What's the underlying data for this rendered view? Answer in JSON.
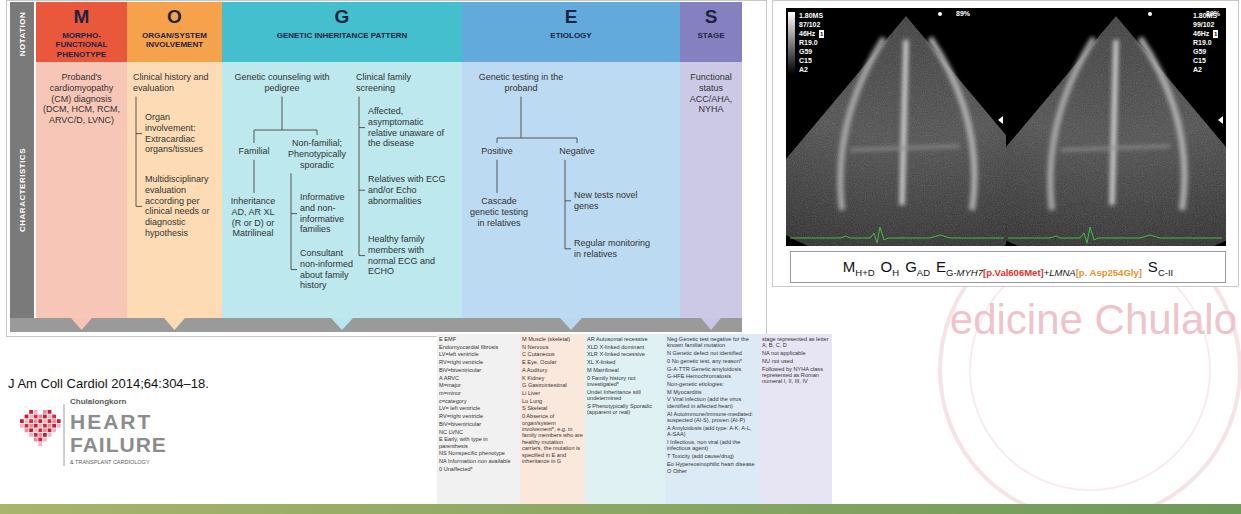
{
  "diagram": {
    "nodes": [
      {
        "text": [
          "NOTATION",
          "CHARACTERISTICS"
        ]
      },
      {
        "text": [
          "M",
          "MORPHO-FUNCTIONAL PHENOTYPE"
        ]
      },
      {
        "text": [
          "O",
          "ORGAN/SYSTEM INVOLVEMENT"
        ]
      },
      {
        "text": [
          "G",
          "GENETIC INHERITANCE PATTERN"
        ]
      },
      {
        "text": [
          "E",
          "ETIOLOGY"
        ]
      },
      {
        "text": [
          "S",
          "STAGE"
        ]
      },
      {
        "text": [
          "Proband's cardiomyopathy (CM) diagnosis (DCM, HCM, RCM, ARVC/D, LVNC)"
        ]
      },
      {
        "text": [
          "Clinical history and evaluation",
          "Organ involvement: Extracardiac organs/tissues",
          "Multidisciplinary evaluation according per clinical needs or diagnostic hypothesis"
        ]
      },
      {
        "text": [
          "Genetic counseling with pedigree",
          "Familial",
          "Non-familial; Phenotypically sporadic",
          "Inheritance AD, AR XL (R or D) or Matrilineal",
          "Informative and non-informative families",
          "Consultant non-informed about family history",
          "Clinical family screening",
          "Affected, asymptomatic relative unaware of the disease",
          "Relatives with ECG and/or Echo abnormalities",
          "Healthy family members with normal ECG and ECHO"
        ]
      },
      {
        "text": [
          "Genetic testing in the proband",
          "Positive",
          "Negative",
          "Cascade genetic testing in relatives",
          "New tests novel genes",
          "Regular monitoring in relatives"
        ]
      },
      {
        "text": [
          "Functional status ACC/AHA, NYHA"
        ]
      },
      {
        "text": [
          "M",
          "H+D",
          "O",
          "H",
          "G",
          "AD",
          "E",
          "G-",
          "MYH7",
          "[p.Val606Met]",
          "+",
          "LMNA",
          "[p. Asp254Gly]",
          "S",
          "C-II"
        ]
      },
      {
        "text": [
          "E EMF",
          "Endomyocardial fibrosis",
          "LV=left ventricle",
          "RV=right ventricle",
          "BiV=biventricular",
          "A ARVC",
          "M=major",
          "m=minor",
          "c=category",
          "LV= left ventricle",
          "RV=right ventricle",
          "BiV=biventricular",
          "NC LVNC",
          "E Early, with type in parenthesis",
          "NS Nonspecific phenotype",
          "NA Information non available",
          "0 Unaffected*",
          "M Muscle (skeletal)",
          "N Nervous",
          "C Cutaneous",
          "E Eye, Ocular",
          "A Auditory",
          "K Kidney",
          "G Gastrointestinal",
          "Li Liver",
          "Lu Lung",
          "S Skeletal",
          "0 Absence of organ/system involvement*, e.g. in family members who are healthy mutation carriers, the mutation is specified in E and inheritance in G",
          "AR Autosomal recessive",
          "XLD X-linked dominant",
          "XLR X-linked recessive",
          "XL X-linked",
          "M Matrilineal",
          "0 Family history not investigated*",
          "Undet Inheritance still undetermined",
          "S Phenotypically Sporadic (apparent or real)",
          "Neg Genetic test negative for the known familial mutation",
          "N Genetic defect not identified",
          "0 No genetic test, any reason*",
          "G-A-TTR Genetic amyloidosis",
          "G-HFE Hemochromatosis",
          "Non-genetic etiologies:",
          "M Myocarditis",
          "V Viral infection (add the virus identified in affected heart)",
          "AI Autoimmune/immune-mediated: suspected (AI-S), proven (AI-P)",
          "A Amyloidosis (add type: A-K, A-L, A-SAA)",
          "I Infectious, non viral (add the infectious agent)",
          "T Toxicity (add cause/drug)",
          "Eo Hypereosinophilic heart disease",
          "O Other",
          "stage represented as letter A, B, C, D",
          "NA not applicable",
          "NU not used",
          "Followed by NYHA class represented as Roman numeral I, II, III, IV"
        ]
      }
    ],
    "labels": [
      "J Am Coll Cardiol 2014;64:304–18.",
      "Chulalongkorn",
      "HEART",
      "FAILURE",
      "& TRANSPLANT CARDIOLOGY",
      "89%",
      "89%",
      "1.80MS",
      "87/102",
      "46Hz",
      "1",
      "R19.0",
      "G59",
      "C15",
      "A2",
      "1.80MS",
      "99/102",
      "46Hz",
      "1",
      "R19.0",
      "G59",
      "C15",
      "A2",
      "edicine Chulalo"
    ]
  }
}
